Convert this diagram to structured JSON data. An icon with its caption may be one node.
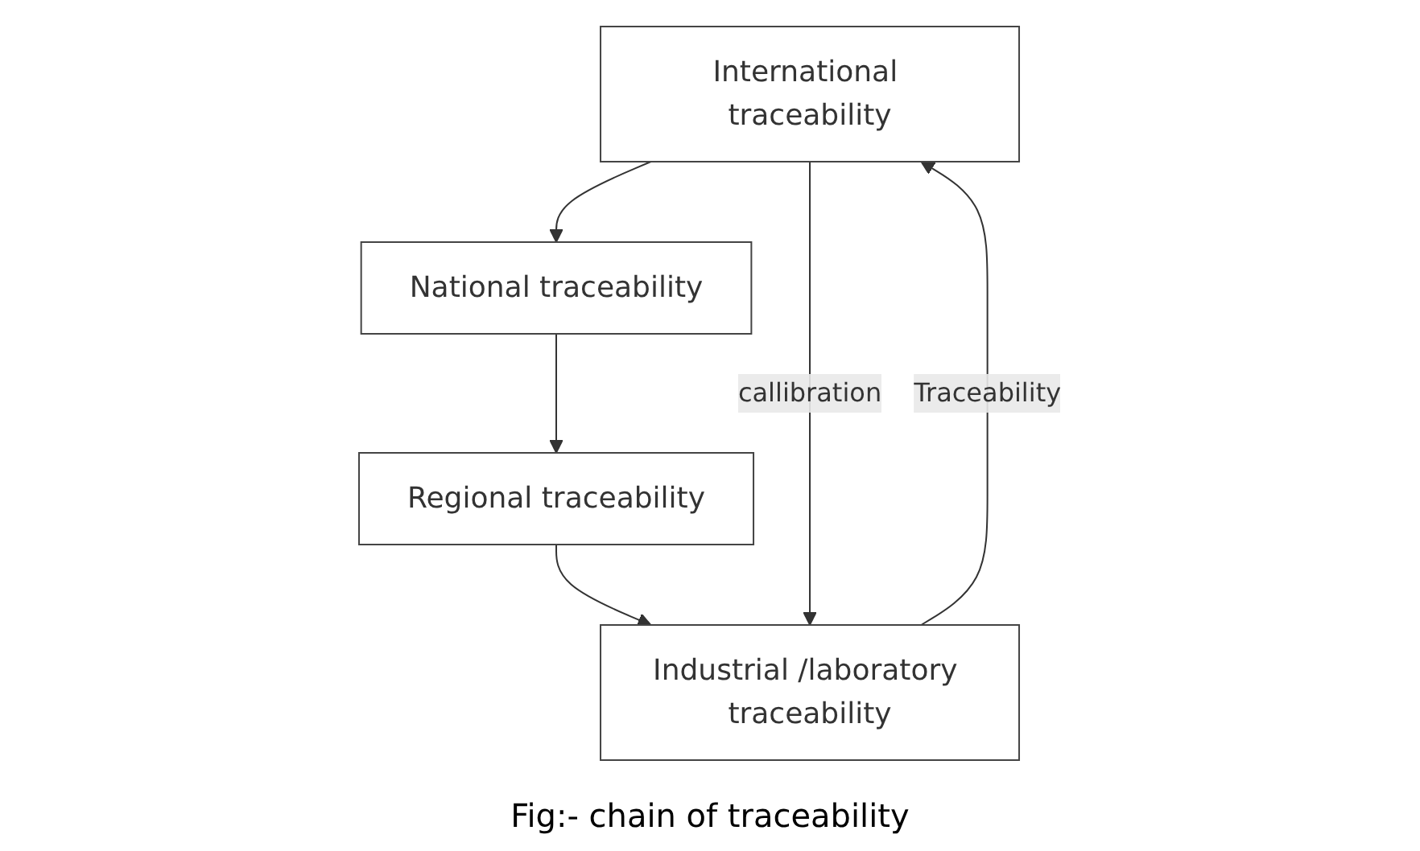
{
  "diagram": {
    "caption": "Fig:- chain of traceability",
    "nodes": [
      {
        "text": [
          "International traceability"
        ]
      },
      {
        "text": [
          "National traceability"
        ]
      },
      {
        "text": [
          "Regional traceability"
        ]
      },
      {
        "text": [
          "Industrial /laboratory traceability"
        ]
      }
    ],
    "edges": [
      {
        "from": 0,
        "to": 1,
        "arrow": "to"
      },
      {
        "from": 1,
        "to": 2,
        "arrow": "to"
      },
      {
        "from": 2,
        "to": 3,
        "arrow": "to"
      },
      {
        "from": 3,
        "to": 0,
        "arrow": "to",
        "label": "Traceability"
      },
      {
        "from": 0,
        "to": 3,
        "arrow": "to",
        "label": "callibration"
      }
    ]
  }
}
